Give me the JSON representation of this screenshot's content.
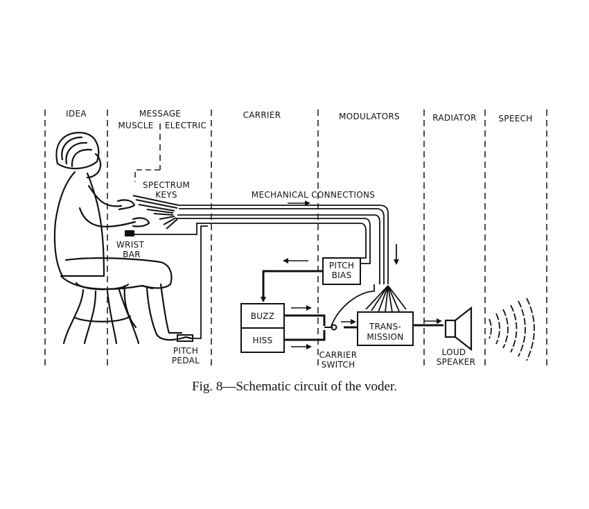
{
  "columns": {
    "idea": "IDEA",
    "message": "MESSAGE",
    "muscle": "MUSCLE",
    "electric": "ELECTRIC",
    "carrier": "CARRIER",
    "modulators": "MODULATORS",
    "radiator": "RADIATOR",
    "speech": "SPEECH"
  },
  "labels": {
    "spectrum_keys_1": "SPECTRUM",
    "spectrum_keys_2": "KEYS",
    "mechanical_connections": "MECHANICAL CONNECTIONS",
    "wrist_bar_1": "WRIST",
    "wrist_bar_2": "BAR",
    "pitch_bias_1": "PITCH",
    "pitch_bias_2": "BIAS",
    "buzz": "BUZZ",
    "hiss": "HISS",
    "transmission_1": "TRANS-",
    "transmission_2": "MISSION",
    "carrier_switch_1": "CARRIER",
    "carrier_switch_2": "SWITCH",
    "pitch_pedal_1": "PITCH",
    "pitch_pedal_2": "PEDAL",
    "loud_speaker_1": "LOUD",
    "loud_speaker_2": "SPEAKER"
  },
  "caption": "Fig. 8—Schematic circuit of the voder."
}
